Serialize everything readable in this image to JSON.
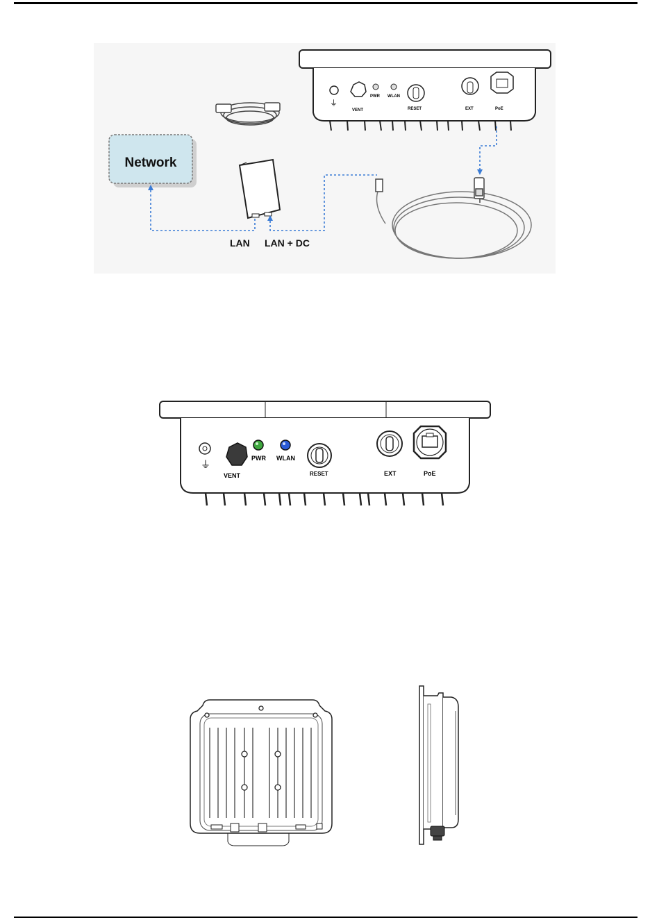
{
  "figure1": {
    "network_label": "Network",
    "lan_label": "LAN",
    "lan_dc_label": "LAN + DC",
    "ports": {
      "ground": "⏚",
      "vent": "VENT",
      "pwr": "PWR",
      "wlan": "WLAN",
      "reset": "RESET",
      "ext": "EXT",
      "poe": "PoE"
    }
  },
  "figure2": {
    "ports": {
      "ground": "⏚",
      "vent": "VENT",
      "pwr": "PWR",
      "wlan": "WLAN",
      "reset": "RESET",
      "ext": "EXT",
      "poe": "PoE"
    },
    "colors": {
      "pwr_led": "#3ea63e",
      "wlan_led": "#2a5bd7"
    }
  },
  "colors": {
    "network_box": "#cfe6ee",
    "cable_dash": "#3a7bd5"
  }
}
